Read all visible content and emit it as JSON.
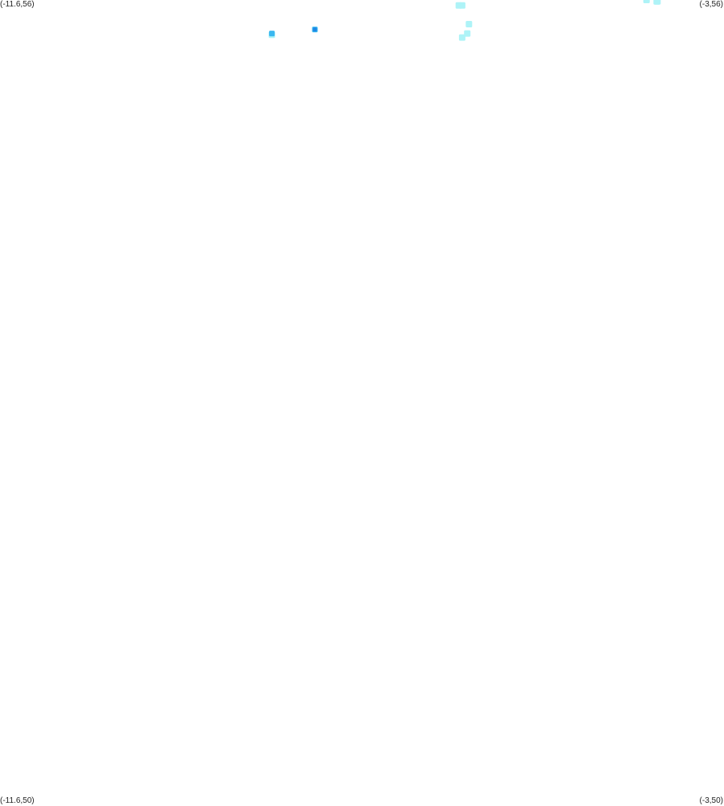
{
  "corners": {
    "top_left": "(-11.6,56)",
    "top_right": "(-3,56)",
    "bottom_left": "(-11.6,50)",
    "bottom_right": "(-3,50)"
  },
  "extent": {
    "lon_min": -11.6,
    "lon_max": -3,
    "lat_min": 50,
    "lat_max": 56
  },
  "colors": {
    "background": "#ffffff",
    "light": "#aef3f7",
    "medium": "#3bb8f0",
    "dark": "#1e88e5"
  },
  "spots": [
    {
      "lon": -3.92,
      "lat": 56.0,
      "level": "light"
    },
    {
      "lon": -3.8,
      "lat": 55.99,
      "level": "light"
    },
    {
      "lon": -3.79,
      "lat": 55.99,
      "level": "light"
    },
    {
      "lon": -6.15,
      "lat": 55.96,
      "level": "light"
    },
    {
      "lon": -6.11,
      "lat": 55.96,
      "level": "light"
    },
    {
      "lon": -6.03,
      "lat": 55.82,
      "level": "light"
    },
    {
      "lon": -6.05,
      "lat": 55.75,
      "level": "light"
    },
    {
      "lon": -7.86,
      "lat": 55.78,
      "level": "medium"
    },
    {
      "lon": -7.86,
      "lat": 55.78,
      "level": "dark"
    },
    {
      "lon": -8.37,
      "lat": 55.74,
      "level": "light"
    },
    {
      "lon": -8.37,
      "lat": 55.75,
      "level": "medium"
    },
    {
      "lon": -6.11,
      "lat": 55.72,
      "level": "light"
    }
  ]
}
